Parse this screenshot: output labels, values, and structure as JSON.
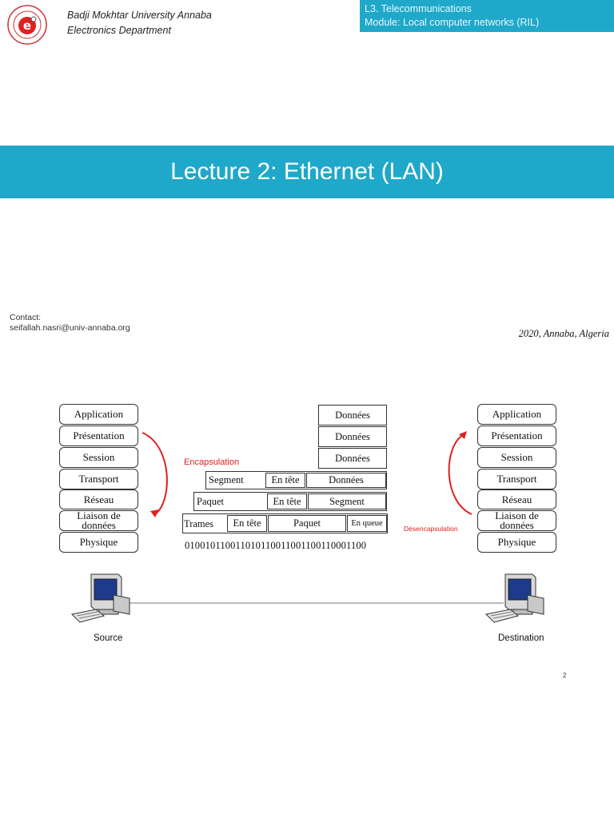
{
  "header": {
    "university": "Badji Mokhtar University Annaba",
    "department": "Electronics Department",
    "course_level": "L3. Telecommunications",
    "module": "Module: Local computer networks (RIL)"
  },
  "title": "Lecture 2: Ethernet (LAN)",
  "contact": {
    "label": "Contact:",
    "email": "seifallah.nasri@univ-annaba.org"
  },
  "place_date": "2020,  Annaba, Algeria",
  "diagram": {
    "left_stack": [
      "Application",
      "Présentation",
      "Session",
      "Transport",
      "Réseau",
      "Liaison de données",
      "Physique"
    ],
    "right_stack": [
      "Application",
      "Présentation",
      "Session",
      "Transport",
      "Réseau",
      "Liaison de données",
      "Physique"
    ],
    "data_cells": [
      "Données",
      "Données",
      "Données"
    ],
    "segment_row": {
      "label": "Segment",
      "header": "En tête",
      "payload": "Données"
    },
    "paquet_row": {
      "label": "Paquet",
      "header": "En tête",
      "payload": "Segment"
    },
    "trames_row": {
      "label": "Trames",
      "header": "En tête",
      "payload": "Paquet",
      "trailer": "En queue"
    },
    "bits": "010010110011010110011001100110001100",
    "encapsulation_label": "Encapsulation",
    "desencapsulation_label": "Désencapsulation",
    "source_label": "Source",
    "destination_label": "Destination"
  },
  "page_number": "2"
}
